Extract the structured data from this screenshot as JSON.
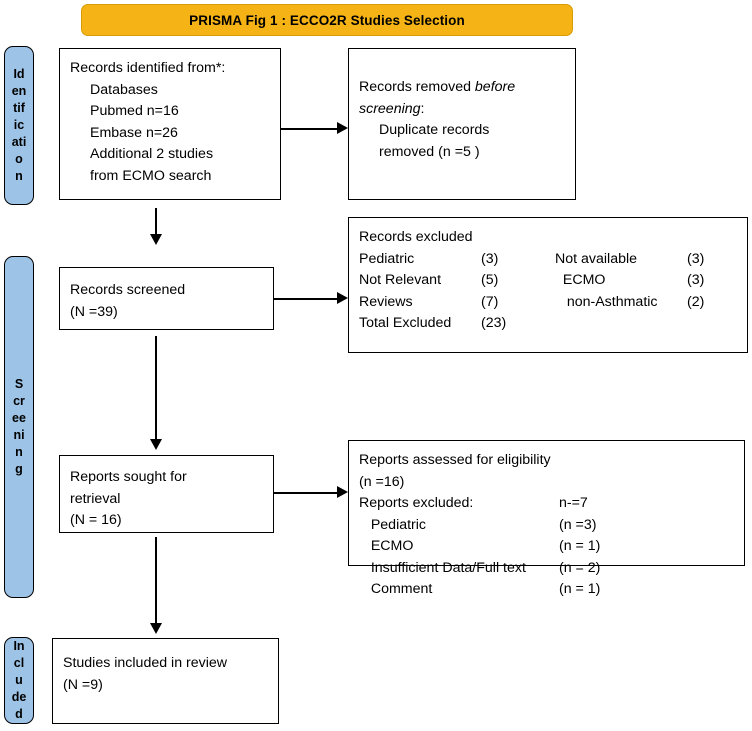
{
  "banner": {
    "title": "PRISMA Fig 1 : ECCO2R Studies Selection",
    "color": "#F5B315"
  },
  "stages": [
    {
      "name": "identification",
      "label": "Identification",
      "color": "#9DC3E6"
    },
    {
      "name": "screening",
      "label": "Screening",
      "color": "#9DC3E6"
    },
    {
      "name": "included",
      "label": "Included",
      "color": "#9DC3E6"
    }
  ],
  "boxes": {
    "records_identified": {
      "title": "Records identified from*:",
      "lines": [
        "Databases",
        "Pubmed n=16",
        "Embase n=26",
        "Additional 2 studies",
        "from ECMO search"
      ]
    },
    "records_removed": {
      "line1_prefix": "Records removed ",
      "line1_italic": "before",
      "line2_italic": "screening",
      "line2_suffix": ":",
      "lines": [
        "Duplicate records",
        "removed (n =5 )"
      ]
    },
    "records_screened": {
      "title": "Records screened",
      "count": "(N =39)"
    },
    "records_excluded": {
      "title": "Records excluded",
      "rows": [
        {
          "label_a": "Pediatric",
          "num_a": "(3)",
          "label_b": "Not available",
          "num_b": "(3)"
        },
        {
          "label_a": "Not Relevant",
          "num_a": "(5)",
          "label_b": "  ECMO",
          "num_b": "(3)"
        },
        {
          "label_a": "Reviews",
          "num_a": "(7)",
          "label_b": "   non-Asthmatic",
          "num_b": "(2)"
        },
        {
          "label_a": "Total Excluded",
          "num_a": "(23)",
          "label_b": "",
          "num_b": ""
        }
      ]
    },
    "reports_sought": {
      "line1": "Reports sought for",
      "line2": "retrieval",
      "count": "(N = 16)"
    },
    "reports_assessed": {
      "title": "Reports assessed for eligibility",
      "count": "(n =16)",
      "excluded_label": "Reports excluded:",
      "excluded_total": "n-=7",
      "rows": [
        {
          "label": "   Pediatric",
          "num": "(n =3)"
        },
        {
          "label": "   ECMO",
          "num": "(n = 1)"
        },
        {
          "label": "   Insufficient Data/Full text",
          "num": "(n = 2)"
        },
        {
          "label": "   Comment",
          "num": "(n = 1)"
        }
      ]
    },
    "studies_included": {
      "title": "Studies included in review",
      "count": "(N =9)"
    }
  },
  "arrows": [
    {
      "name": "identified-to-removed",
      "direction": "right"
    },
    {
      "name": "identified-to-screened",
      "direction": "down"
    },
    {
      "name": "screened-to-excluded",
      "direction": "right"
    },
    {
      "name": "screened-to-sought",
      "direction": "down"
    },
    {
      "name": "sought-to-assessed",
      "direction": "right"
    },
    {
      "name": "sought-to-included",
      "direction": "down"
    }
  ]
}
